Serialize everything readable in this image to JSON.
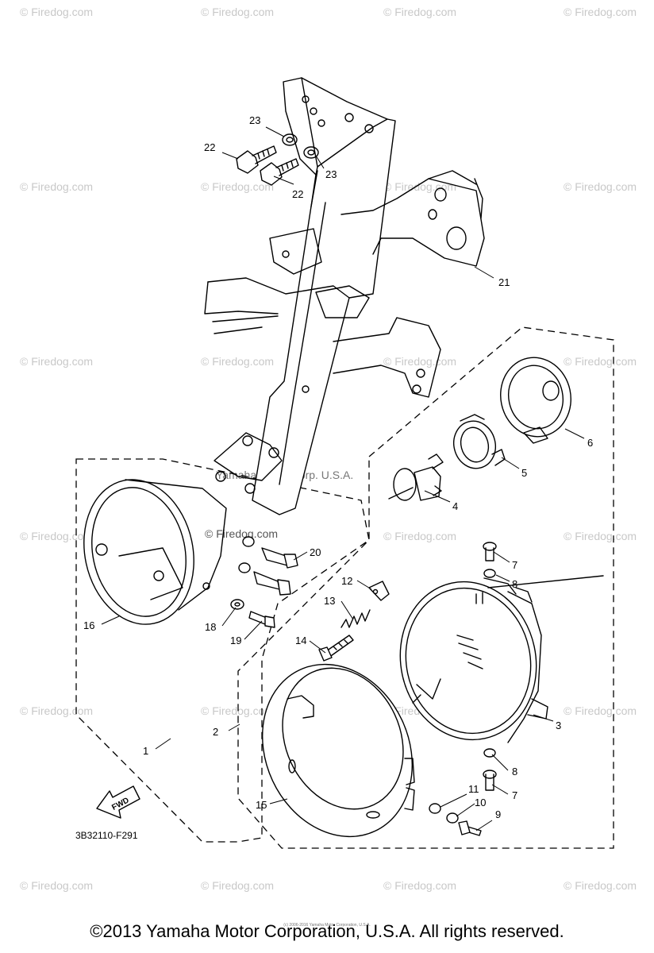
{
  "watermark": "© Firedog.com",
  "inline_watermark": "Yamaha Motor Corp. U.S.A.",
  "part_numbers": [
    "1",
    "2",
    "3",
    "4",
    "5",
    "6",
    "7",
    "8",
    "9",
    "10",
    "11",
    "12",
    "13",
    "14",
    "15",
    "16",
    "18",
    "19",
    "20",
    "21",
    "22",
    "23"
  ],
  "labels": {
    "l23a": "23",
    "l23b": "23",
    "l22a": "22",
    "l22b": "22",
    "l21": "21",
    "l6": "6",
    "l5": "5",
    "l4": "4",
    "l7a": "7",
    "l8a": "8",
    "l20": "20",
    "l12": "12",
    "l13": "13",
    "l14": "14",
    "l16": "16",
    "l18": "18",
    "l19": "19",
    "l3": "3",
    "l2": "2",
    "l1": "1",
    "l8b": "8",
    "l7b": "7",
    "l11": "11",
    "l10": "10",
    "l9": "9",
    "l15": "15"
  },
  "fwd_label": "FWD",
  "diagram_code": "3B32110-F291",
  "fine_print": "(c) 2006-2016 Yamaha Motor Corporation, U.S.A.",
  "copyright": "©2013 Yamaha Motor Corporation, U.S.A. All rights reserved."
}
